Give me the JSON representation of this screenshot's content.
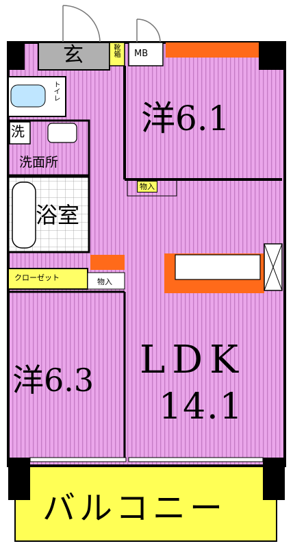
{
  "rooms": {
    "genkan": "玄",
    "getabako": "靴箱",
    "mb": "MB",
    "western1": "洋6.1",
    "toilet": "トイレ",
    "sentaku": "洗",
    "senmen": "洗面所",
    "bath": "浴室",
    "closet": "クローゼット",
    "storage1": "物入",
    "storage2": "物入",
    "western2": "洋6.3",
    "ldk": "LDK",
    "ldk_size": "14.1",
    "balcony": "バルコニー"
  },
  "colors": {
    "room_pink": "#e8a0e8",
    "stripe": "#c879c8",
    "wall": "#000000",
    "balcony": "#ffff55",
    "genkan_gray": "#b0b0b0",
    "accent_orange": "#ff6a1a",
    "fixture_blue": "#bfe6ff",
    "label_yellow": "#ffff66"
  }
}
